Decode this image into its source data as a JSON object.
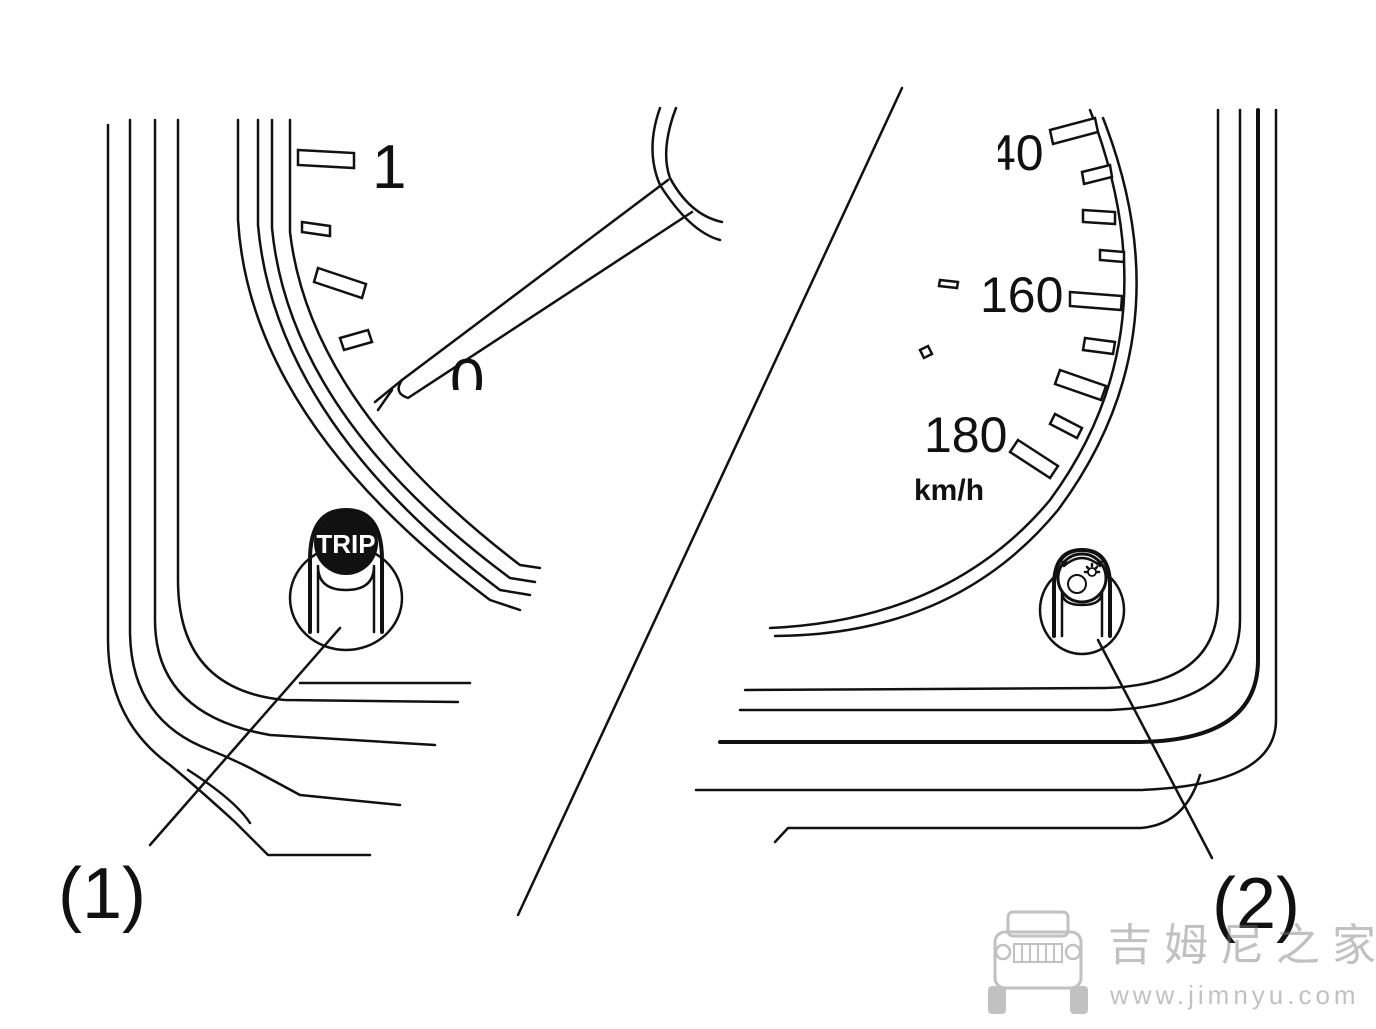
{
  "tachometer": {
    "labels": [
      "1",
      "0"
    ]
  },
  "speedometer": {
    "labels": [
      "40",
      "160",
      "180"
    ],
    "unit": "km/h"
  },
  "buttons": [
    {
      "text": "TRIP",
      "icon": "trip-button"
    },
    {
      "text": "",
      "icon": "illumination-control-icon"
    }
  ],
  "callouts": [
    "(1)",
    "(2)"
  ],
  "watermark": {
    "cn": "吉姆尼之家",
    "url": "www.jimnyu.com",
    "icon": "jeep-logo-icon"
  }
}
